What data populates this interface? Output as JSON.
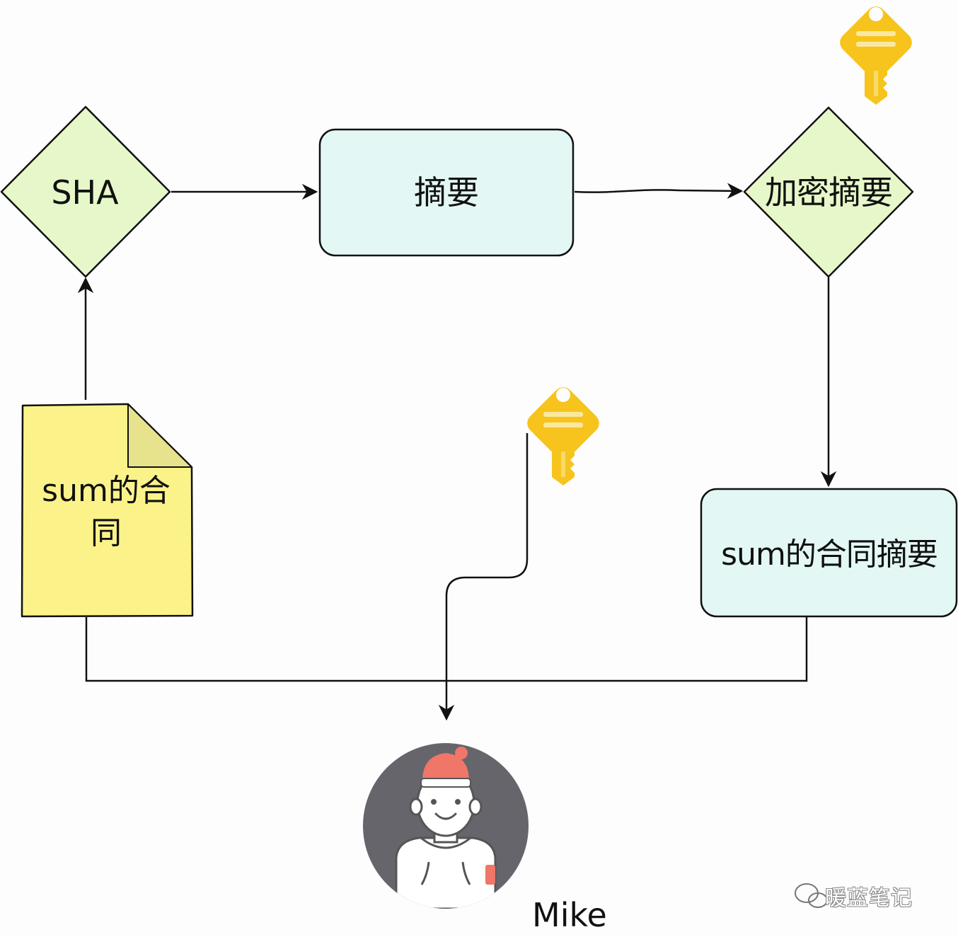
{
  "nodes": {
    "sha": "SHA",
    "digest": "摘要",
    "encrypted_digest": "加密摘要",
    "contract_line1": "sum的合",
    "contract_line2": "同",
    "contract_digest": "sum的合同摘要"
  },
  "person": {
    "name": "Mike"
  },
  "watermark": {
    "text": "暖蓝笔记"
  },
  "colors": {
    "diamond_fill": "#e6f8c9",
    "box_fill": "#e3f8f4",
    "note_fill": "#fbf38a",
    "note_fold": "#e7e38d",
    "key": "#f6c41c",
    "avatar_bg": "#66656b",
    "hat": "#f0766a"
  },
  "icons": [
    "key-icon",
    "person-avatar-icon",
    "wechat-icon"
  ]
}
